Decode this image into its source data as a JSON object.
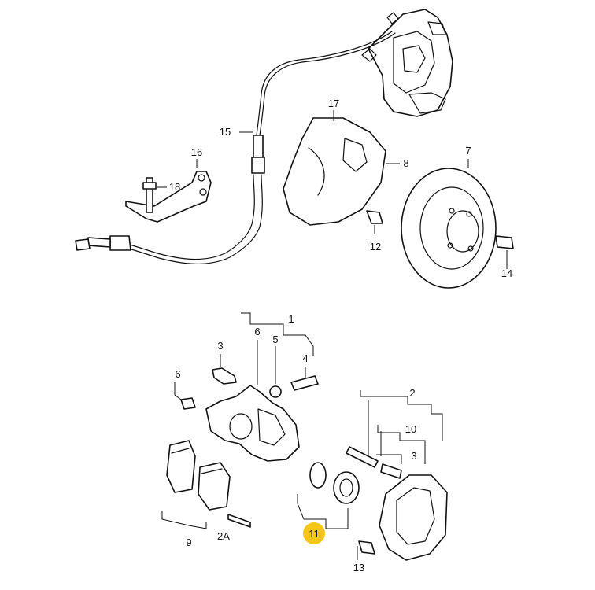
{
  "callouts": [
    {
      "id": "c17",
      "label": "17"
    },
    {
      "id": "c15",
      "label": "15"
    },
    {
      "id": "c16",
      "label": "16"
    },
    {
      "id": "c18",
      "label": "18"
    },
    {
      "id": "c8",
      "label": "8"
    },
    {
      "id": "c7",
      "label": "7"
    },
    {
      "id": "c12",
      "label": "12"
    },
    {
      "id": "c14",
      "label": "14"
    },
    {
      "id": "c1",
      "label": "1"
    },
    {
      "id": "c6a",
      "label": "6"
    },
    {
      "id": "c3a",
      "label": "3"
    },
    {
      "id": "c5",
      "label": "5"
    },
    {
      "id": "c4",
      "label": "4"
    },
    {
      "id": "c6b",
      "label": "6"
    },
    {
      "id": "c2",
      "label": "2"
    },
    {
      "id": "c10",
      "label": "10"
    },
    {
      "id": "c3b",
      "label": "3"
    },
    {
      "id": "c11",
      "label": "11"
    },
    {
      "id": "c9",
      "label": "9"
    },
    {
      "id": "c2a",
      "label": "2A"
    },
    {
      "id": "c13",
      "label": "13"
    }
  ],
  "highlight": {
    "label": "11",
    "color": "#f5c518"
  }
}
